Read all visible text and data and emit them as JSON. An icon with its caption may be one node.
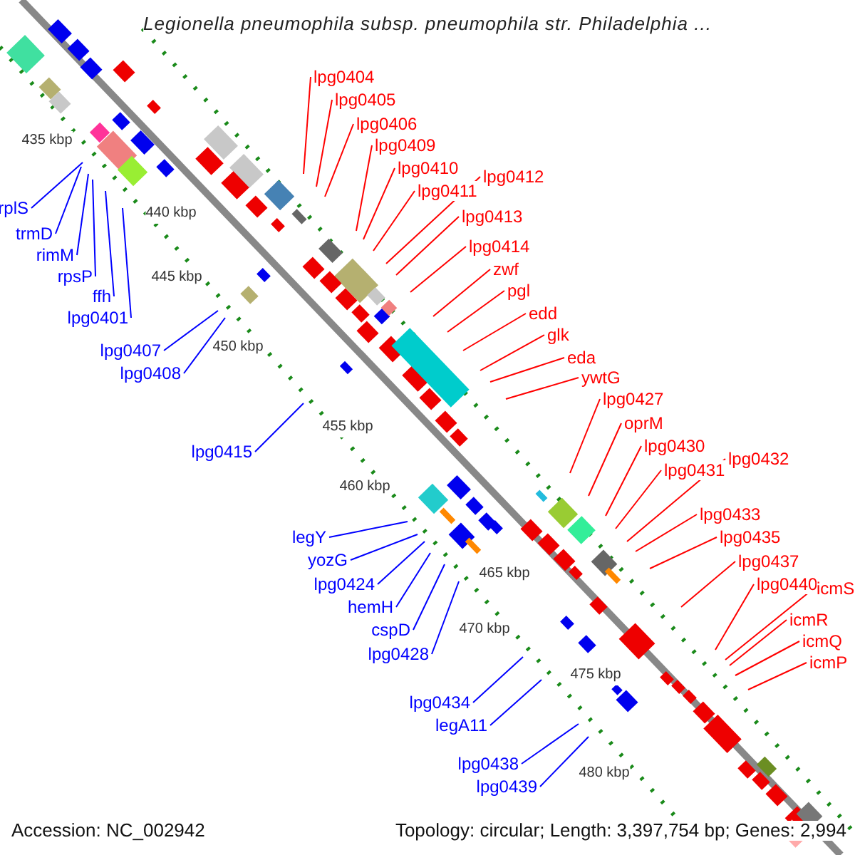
{
  "diagram": {
    "title": "Legionella pneumophila subsp. pneumophila str. Philadelphia ...",
    "nodes": [
      {
        "text": [
          "rplS"
        ]
      },
      {
        "text": [
          "trmD"
        ]
      },
      {
        "text": [
          "rimM"
        ]
      },
      {
        "text": [
          "rpsP"
        ]
      },
      {
        "text": [
          "ffh"
        ]
      },
      {
        "text": [
          "lpg0401"
        ]
      },
      {
        "text": [
          "lpg0407"
        ]
      },
      {
        "text": [
          "lpg0408"
        ]
      },
      {
        "text": [
          "lpg0415"
        ]
      },
      {
        "text": [
          "legY"
        ]
      },
      {
        "text": [
          "yozG"
        ]
      },
      {
        "text": [
          "lpg0424"
        ]
      },
      {
        "text": [
          "hemH"
        ]
      },
      {
        "text": [
          "cspD"
        ]
      },
      {
        "text": [
          "lpg0428"
        ]
      },
      {
        "text": [
          "lpg0434"
        ]
      },
      {
        "text": [
          "legA11"
        ]
      },
      {
        "text": [
          "lpg0438"
        ]
      },
      {
        "text": [
          "lpg0439"
        ]
      },
      {
        "text": [
          "lpg0404"
        ]
      },
      {
        "text": [
          "lpg0405"
        ]
      },
      {
        "text": [
          "lpg0406"
        ]
      },
      {
        "text": [
          "lpg0409"
        ]
      },
      {
        "text": [
          "lpg0410"
        ]
      },
      {
        "text": [
          "lpg0411"
        ]
      },
      {
        "text": [
          "lpg0412"
        ]
      },
      {
        "text": [
          "lpg0413"
        ]
      },
      {
        "text": [
          "lpg0414"
        ]
      },
      {
        "text": [
          "zwf"
        ]
      },
      {
        "text": [
          "pgl"
        ]
      },
      {
        "text": [
          "edd"
        ]
      },
      {
        "text": [
          "glk"
        ]
      },
      {
        "text": [
          "eda"
        ]
      },
      {
        "text": [
          "ywtG"
        ]
      },
      {
        "text": [
          "lpg0427"
        ]
      },
      {
        "text": [
          "oprM"
        ]
      },
      {
        "text": [
          "lpg0430"
        ]
      },
      {
        "text": [
          "lpg0431"
        ]
      },
      {
        "text": [
          "lpg0432"
        ]
      },
      {
        "text": [
          "lpg0433"
        ]
      },
      {
        "text": [
          "lpg0435"
        ]
      },
      {
        "text": [
          "lpg0437"
        ]
      },
      {
        "text": [
          "lpg0440"
        ]
      },
      {
        "text": [
          "icmS"
        ]
      },
      {
        "text": [
          "icmR"
        ]
      },
      {
        "text": [
          "icmQ"
        ]
      },
      {
        "text": [
          "icmP"
        ]
      }
    ],
    "edges": [
      {
        "from": 0,
        "to": null,
        "arrow": "none",
        "color": "#0000ff"
      },
      {
        "from": 1,
        "to": null,
        "arrow": "none",
        "color": "#0000ff"
      },
      {
        "from": 2,
        "to": null,
        "arrow": "none",
        "color": "#0000ff"
      },
      {
        "from": 3,
        "to": null,
        "arrow": "none",
        "color": "#0000ff"
      },
      {
        "from": 4,
        "to": null,
        "arrow": "none",
        "color": "#0000ff"
      },
      {
        "from": 5,
        "to": null,
        "arrow": "none",
        "color": "#0000ff"
      },
      {
        "from": 6,
        "to": null,
        "arrow": "none",
        "color": "#0000ff"
      },
      {
        "from": 7,
        "to": null,
        "arrow": "none",
        "color": "#0000ff"
      },
      {
        "from": 8,
        "to": null,
        "arrow": "none",
        "color": "#0000ff"
      },
      {
        "from": 9,
        "to": null,
        "arrow": "none",
        "color": "#0000ff"
      },
      {
        "from": 10,
        "to": null,
        "arrow": "none",
        "color": "#0000ff"
      },
      {
        "from": 11,
        "to": null,
        "arrow": "none",
        "color": "#0000ff"
      },
      {
        "from": 12,
        "to": null,
        "arrow": "none",
        "color": "#0000ff"
      },
      {
        "from": 13,
        "to": null,
        "arrow": "none",
        "color": "#0000ff"
      },
      {
        "from": 14,
        "to": null,
        "arrow": "none",
        "color": "#0000ff"
      },
      {
        "from": 15,
        "to": null,
        "arrow": "none",
        "color": "#0000ff"
      },
      {
        "from": 16,
        "to": null,
        "arrow": "none",
        "color": "#0000ff"
      },
      {
        "from": 17,
        "to": null,
        "arrow": "none",
        "color": "#0000ff"
      },
      {
        "from": 18,
        "to": null,
        "arrow": "none",
        "color": "#0000ff"
      },
      {
        "from": 19,
        "to": null,
        "arrow": "none"
      },
      {
        "from": 20,
        "to": null,
        "arrow": "none"
      },
      {
        "from": 21,
        "to": null,
        "arrow": "none"
      },
      {
        "from": 22,
        "to": null,
        "arrow": "none"
      },
      {
        "from": 23,
        "to": null,
        "arrow": "none"
      },
      {
        "from": 24,
        "to": null,
        "arrow": "none"
      },
      {
        "from": 25,
        "to": null,
        "arrow": "none"
      },
      {
        "from": 26,
        "to": null,
        "arrow": "none"
      },
      {
        "from": 27,
        "to": null,
        "arrow": "none"
      },
      {
        "from": 28,
        "to": null,
        "arrow": "none"
      },
      {
        "from": 29,
        "to": null,
        "arrow": "none"
      },
      {
        "from": 30,
        "to": null,
        "arrow": "none"
      },
      {
        "from": 31,
        "to": null,
        "arrow": "none"
      },
      {
        "from": 32,
        "to": null,
        "arrow": "none"
      },
      {
        "from": 33,
        "to": null,
        "arrow": "none"
      },
      {
        "from": 34,
        "to": null,
        "arrow": "none"
      },
      {
        "from": 35,
        "to": null,
        "arrow": "none"
      },
      {
        "from": 36,
        "to": null,
        "arrow": "none"
      },
      {
        "from": 37,
        "to": null,
        "arrow": "none"
      },
      {
        "from": 38,
        "to": null,
        "arrow": "none"
      },
      {
        "from": 39,
        "to": null,
        "arrow": "none"
      },
      {
        "from": 40,
        "to": null,
        "arrow": "none"
      },
      {
        "from": 41,
        "to": null,
        "arrow": "none"
      },
      {
        "from": 42,
        "to": null,
        "arrow": "none"
      },
      {
        "from": 43,
        "to": null,
        "arrow": "none"
      },
      {
        "from": 44,
        "to": null,
        "arrow": "none"
      },
      {
        "from": 45,
        "to": null,
        "arrow": "none"
      },
      {
        "from": 46,
        "to": null,
        "arrow": "none"
      }
    ],
    "labels": [
      "435 kbp",
      "440 kbp",
      "445 kbp",
      "450 kbp",
      "455 kbp",
      "460 kbp",
      "465 kbp",
      "470 kbp",
      "475 kbp",
      "480 kbp",
      "Accession: NC_002942",
      "Topology: circular; Length: 3,397,754 bp; Genes: 2,994"
    ]
  }
}
